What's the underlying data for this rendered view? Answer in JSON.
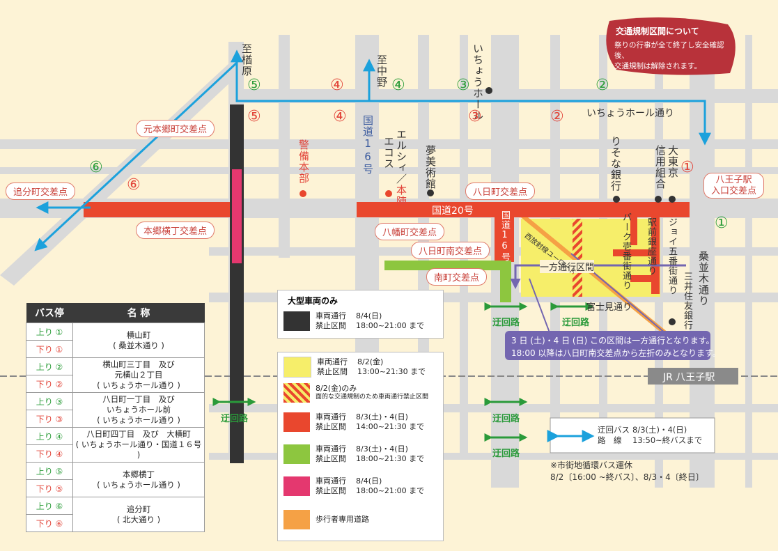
{
  "colors": {
    "bg": "#fdf3d6",
    "road": "#d9d9d9",
    "red": "#e9472e",
    "black": "#333333",
    "pink": "#e4386f",
    "yellow": "#f6ee6a",
    "green": "#8dc63f",
    "orange": "#f5a145",
    "blue": "#1ba1dc",
    "purple": "#7366b0",
    "notice": "#b8323a"
  },
  "notice": {
    "title": "交通規制区間について",
    "line1": "祭りの行事が全て終了し安全確認後、",
    "line2": "交通規制は解除されます。"
  },
  "places": {
    "to_kunugihara": "至楢原",
    "to_nakano": "至中野",
    "icho_hall": "いちょうホール",
    "keibi": "警備本部",
    "elsy_top": "エルシィ",
    "elsy_slash": "／",
    "honjin": "本陣",
    "ecos": "エコス",
    "yume": "夢美術館",
    "risona": "りそな銀行",
    "shinyo": "信用組合",
    "daito": "大東京",
    "hachioji_entrance_1": "八王子駅",
    "hachioji_entrance_2": "入口交差点",
    "kuwanami": "桑並木通り",
    "mitsui": "三井住友銀行",
    "joy": "ジョイ五番街通り",
    "ekimae": "駅前銀座通り",
    "park": "パーク壱番街通り",
    "nishi": "西放射線ユーロード",
    "fujimi": "富士見通り",
    "jr": "JR 八王子駅",
    "icho_street": "いちょうホール通り",
    "route20": "国道20号",
    "route16_vert": "国道16号",
    "route16_small": "国道16号",
    "ichiway": "一方通行区間"
  },
  "crossings": {
    "motohongo": "元本郷町交差点",
    "oiwake": "追分町交差点",
    "hongo_yokocho": "本郷横丁交差点",
    "yokamachi": "八日町交差点",
    "yawata": "八幡町交差点",
    "yokamachi_minami": "八日町南交差点",
    "minamicho": "南町交差点"
  },
  "detour_label": "迂回路",
  "stop_numbers": {
    "n1": "①",
    "n2": "②",
    "n3": "③",
    "n4": "④",
    "n5": "⑤",
    "n6": "⑥"
  },
  "purple_note": {
    "line1": "3 日 (土)・4 日 (日) この区間は一方通行となります。",
    "line2": "18:00 以降は八日町南交差点から左折のみとなります。"
  },
  "bus_table": {
    "headers": [
      "バス停",
      "名 称"
    ],
    "rows": [
      {
        "up": "上り ①",
        "down": "下り ①",
        "name": [
          "横山町",
          "( 桑並木通り )"
        ]
      },
      {
        "up": "上り ②",
        "down": "下り ②",
        "name": [
          "横山町三丁目　及び",
          "元横山２丁目",
          "( いちょうホール通り )"
        ]
      },
      {
        "up": "上り ③",
        "down": "下り ③",
        "name": [
          "八日町一丁目　及び",
          "いちょうホール前",
          "( いちょうホール通り )"
        ]
      },
      {
        "up": "上り ④",
        "down": "下り ④",
        "name": [
          "八日町四丁目　及び　大横町",
          "( いちょうホール通り・国道１６号 )"
        ]
      },
      {
        "up": "上り ⑤",
        "down": "下り ⑤",
        "name": [
          "本郷横丁",
          "( いちょうホール通り )"
        ]
      },
      {
        "up": "上り ⑥",
        "down": "下り ⑥",
        "name": [
          "追分町",
          "( 北大通り )"
        ]
      }
    ]
  },
  "legend": {
    "large_title": "大型車両のみ",
    "large_row": {
      "a": "車両通行",
      "b": "禁止区間",
      "d1": "8/4(日)",
      "d2": "18:00~21:00 まで"
    },
    "yellow": {
      "a": "車両通行",
      "b": "禁止区間",
      "d1": "8/2(金)",
      "d2": "13:00~21:30 まで"
    },
    "hatch": {
      "a": "8/2(金)のみ",
      "b": "面的な交通規制のため車両通行禁止区間"
    },
    "red": {
      "a": "車両通行",
      "b": "禁止区間",
      "d1": "8/3(土)・4(日)",
      "d2": "14:00~21:30 まで"
    },
    "green": {
      "a": "車両通行",
      "b": "禁止区間",
      "d1": "8/3(土)・4(日)",
      "d2": "18:00~21:30 まで"
    },
    "pink": {
      "a": "車両通行",
      "b": "禁止区間",
      "d1": "8/4(日)",
      "d2": "18:00~21:00 まで"
    },
    "orange": {
      "a": "歩行者専用道路"
    }
  },
  "detour_bus": {
    "a": "迂回バス",
    "b": "路　線",
    "d1": "8/3(土)・4(日)",
    "d2": "13:50~終バスまで"
  },
  "loop_note": {
    "l1": "※市街地循環バス運休",
    "l2": "8/2〔16:00 ~終バス〕、8/3・4〔終日〕"
  }
}
